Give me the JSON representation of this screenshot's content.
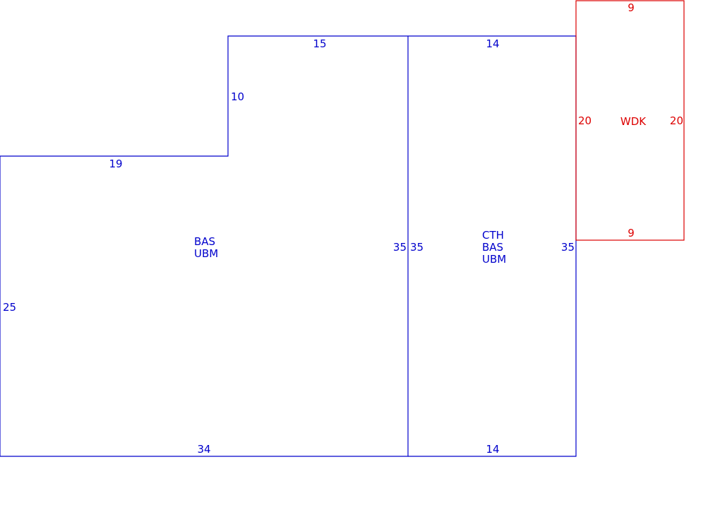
{
  "colors": {
    "main": "#0000cc",
    "deck": "#dd0000"
  },
  "areas": {
    "main": {
      "code_1": "BAS",
      "code_2": "UBM"
    },
    "annex": {
      "code_1": "CTH",
      "code_2": "BAS",
      "code_3": "UBM"
    },
    "deck": {
      "code": "WDK"
    }
  },
  "dims": {
    "main": {
      "top_upper": "15",
      "step_side": "10",
      "top_lower": "19",
      "left": "25",
      "bottom": "34",
      "right": "35"
    },
    "annex": {
      "top": "14",
      "left": "35",
      "right": "35",
      "bottom": "14"
    },
    "deck": {
      "top": "9",
      "left": "20",
      "right": "20",
      "bottom": "9"
    }
  }
}
